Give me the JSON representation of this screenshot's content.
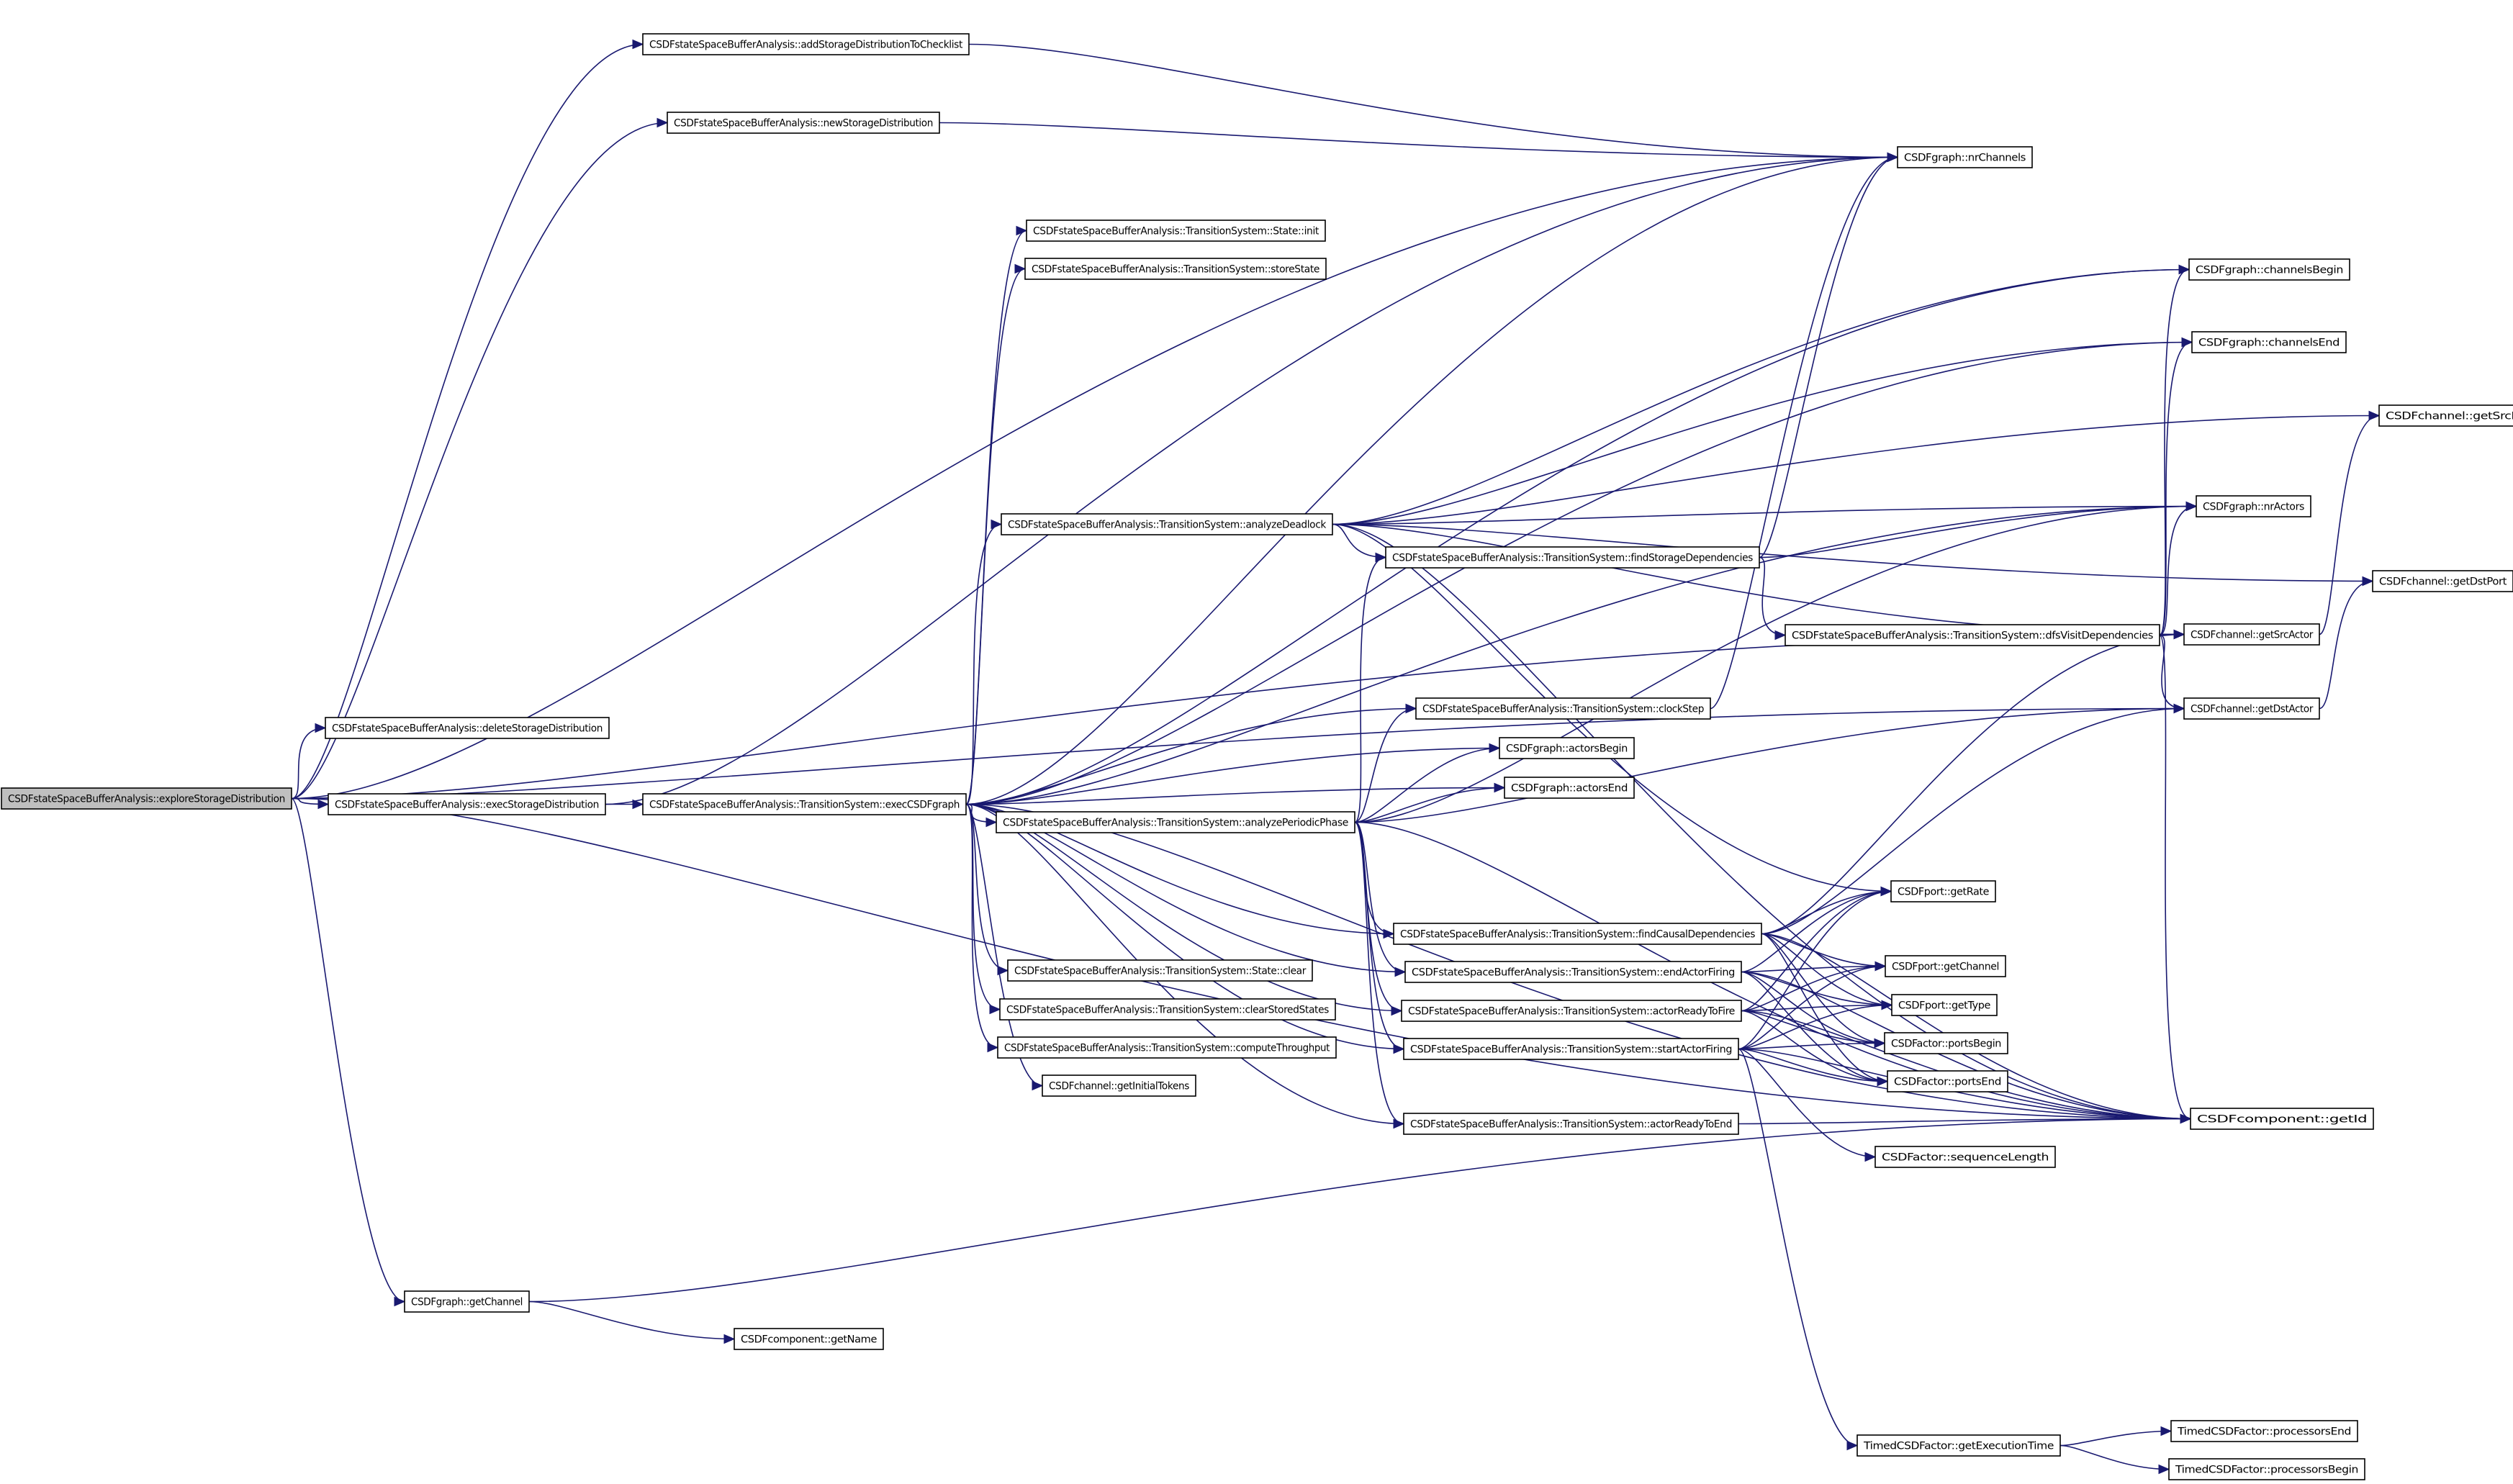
{
  "diagram": {
    "type": "call-graph",
    "edge_color": "#191970",
    "root_fill": "#bfbfbf",
    "nodes": [
      {
        "id": "explore",
        "label": "CSDFstateSpaceBufferAnalysis::exploreStorageDistribution",
        "root": true
      },
      {
        "id": "addCheck",
        "label": "CSDFstateSpaceBufferAnalysis::addStorageDistributionToChecklist"
      },
      {
        "id": "newSD",
        "label": "CSDFstateSpaceBufferAnalysis::newStorageDistribution"
      },
      {
        "id": "deleteSD",
        "label": "CSDFstateSpaceBufferAnalysis::deleteStorageDistribution"
      },
      {
        "id": "execSD",
        "label": "CSDFstateSpaceBufferAnalysis::execStorageDistribution"
      },
      {
        "id": "execCSDF",
        "label": "CSDFstateSpaceBufferAnalysis::TransitionSystem::execCSDFgraph"
      },
      {
        "id": "stateInit",
        "label": "CSDFstateSpaceBufferAnalysis::TransitionSystem::State::init"
      },
      {
        "id": "storeState",
        "label": "CSDFstateSpaceBufferAnalysis::TransitionSystem::storeState"
      },
      {
        "id": "analyzeDeadlock",
        "label": "CSDFstateSpaceBufferAnalysis::TransitionSystem::analyzeDeadlock"
      },
      {
        "id": "findStorage",
        "label": "CSDFstateSpaceBufferAnalysis::TransitionSystem::findStorageDependencies"
      },
      {
        "id": "dfsVisit",
        "label": "CSDFstateSpaceBufferAnalysis::TransitionSystem::dfsVisitDependencies"
      },
      {
        "id": "clockStep",
        "label": "CSDFstateSpaceBufferAnalysis::TransitionSystem::clockStep"
      },
      {
        "id": "actorsBegin",
        "label": "CSDFgraph::actorsBegin"
      },
      {
        "id": "actorsEnd",
        "label": "CSDFgraph::actorsEnd"
      },
      {
        "id": "analyzePeriodic",
        "label": "CSDFstateSpaceBufferAnalysis::TransitionSystem::analyzePeriodicPhase"
      },
      {
        "id": "findCausal",
        "label": "CSDFstateSpaceBufferAnalysis::TransitionSystem::findCausalDependencies"
      },
      {
        "id": "endFiring",
        "label": "CSDFstateSpaceBufferAnalysis::TransitionSystem::endActorFiring"
      },
      {
        "id": "readyFire",
        "label": "CSDFstateSpaceBufferAnalysis::TransitionSystem::actorReadyToFire"
      },
      {
        "id": "startFiring",
        "label": "CSDFstateSpaceBufferAnalysis::TransitionSystem::startActorFiring"
      },
      {
        "id": "stateClear",
        "label": "CSDFstateSpaceBufferAnalysis::TransitionSystem::State::clear"
      },
      {
        "id": "clearStored",
        "label": "CSDFstateSpaceBufferAnalysis::TransitionSystem::clearStoredStates"
      },
      {
        "id": "computeTp",
        "label": "CSDFstateSpaceBufferAnalysis::TransitionSystem::computeThroughput"
      },
      {
        "id": "initTokens",
        "label": "CSDFchannel::getInitialTokens"
      },
      {
        "id": "readyEnd",
        "label": "CSDFstateSpaceBufferAnalysis::TransitionSystem::actorReadyToEnd"
      },
      {
        "id": "gGetChannel",
        "label": "CSDFgraph::getChannel"
      },
      {
        "id": "getName",
        "label": "CSDFcomponent::getName"
      },
      {
        "id": "nrChannels",
        "label": "CSDFgraph::nrChannels"
      },
      {
        "id": "channelsBegin",
        "label": "CSDFgraph::channelsBegin"
      },
      {
        "id": "channelsEnd",
        "label": "CSDFgraph::channelsEnd"
      },
      {
        "id": "getSrcPort",
        "label": "CSDFchannel::getSrcPort"
      },
      {
        "id": "nrActors",
        "label": "CSDFgraph::nrActors"
      },
      {
        "id": "getDstPort",
        "label": "CSDFchannel::getDstPort"
      },
      {
        "id": "getSrcActor",
        "label": "CSDFchannel::getSrcActor"
      },
      {
        "id": "getDstActor",
        "label": "CSDFchannel::getDstActor"
      },
      {
        "id": "getRate",
        "label": "CSDFport::getRate"
      },
      {
        "id": "pGetChannel",
        "label": "CSDFport::getChannel"
      },
      {
        "id": "getType",
        "label": "CSDFport::getType"
      },
      {
        "id": "portsBegin",
        "label": "CSDFactor::portsBegin"
      },
      {
        "id": "portsEnd",
        "label": "CSDFactor::portsEnd"
      },
      {
        "id": "getId",
        "label": "CSDFcomponent::getId"
      },
      {
        "id": "seqLen",
        "label": "CSDFactor::sequenceLength"
      },
      {
        "id": "getExecTime",
        "label": "TimedCSDFactor::getExecutionTime"
      },
      {
        "id": "procEnd",
        "label": "TimedCSDFactor::processorsEnd"
      },
      {
        "id": "procBegin",
        "label": "TimedCSDFactor::processorsBegin"
      }
    ],
    "edges": [
      [
        "explore",
        "addCheck"
      ],
      [
        "explore",
        "nrChannels"
      ],
      [
        "explore",
        "newSD"
      ],
      [
        "explore",
        "deleteSD"
      ],
      [
        "explore",
        "execSD"
      ],
      [
        "explore",
        "gGetChannel"
      ],
      [
        "explore",
        "getId"
      ],
      [
        "explore",
        "getSrcActor"
      ],
      [
        "explore",
        "getDstActor"
      ],
      [
        "newSD",
        "nrChannels"
      ],
      [
        "addCheck",
        "nrChannels"
      ],
      [
        "execSD",
        "execCSDF"
      ],
      [
        "execSD",
        "nrChannels"
      ],
      [
        "execCSDF",
        "nrChannels"
      ],
      [
        "execCSDF",
        "stateInit"
      ],
      [
        "execCSDF",
        "storeState"
      ],
      [
        "execCSDF",
        "channelsBegin"
      ],
      [
        "execCSDF",
        "channelsEnd"
      ],
      [
        "execCSDF",
        "nrActors"
      ],
      [
        "execCSDF",
        "analyzeDeadlock"
      ],
      [
        "execCSDF",
        "clockStep"
      ],
      [
        "execCSDF",
        "actorsBegin"
      ],
      [
        "execCSDF",
        "actorsEnd"
      ],
      [
        "execCSDF",
        "analyzePeriodic"
      ],
      [
        "execCSDF",
        "findCausal"
      ],
      [
        "execCSDF",
        "endFiring"
      ],
      [
        "execCSDF",
        "readyFire"
      ],
      [
        "execCSDF",
        "startFiring"
      ],
      [
        "execCSDF",
        "stateClear"
      ],
      [
        "execCSDF",
        "clearStored"
      ],
      [
        "execCSDF",
        "computeTp"
      ],
      [
        "execCSDF",
        "initTokens"
      ],
      [
        "execCSDF",
        "readyEnd"
      ],
      [
        "execCSDF",
        "getId"
      ],
      [
        "analyzeDeadlock",
        "channelsBegin"
      ],
      [
        "analyzeDeadlock",
        "channelsEnd"
      ],
      [
        "analyzeDeadlock",
        "getSrcPort"
      ],
      [
        "analyzeDeadlock",
        "nrActors"
      ],
      [
        "analyzeDeadlock",
        "getDstPort"
      ],
      [
        "analyzeDeadlock",
        "findStorage"
      ],
      [
        "analyzeDeadlock",
        "getSrcActor"
      ],
      [
        "analyzeDeadlock",
        "getRate"
      ],
      [
        "analyzeDeadlock",
        "getId"
      ],
      [
        "findStorage",
        "nrChannels"
      ],
      [
        "findStorage",
        "nrActors"
      ],
      [
        "findStorage",
        "dfsVisit"
      ],
      [
        "dfsVisit",
        "channelsBegin"
      ],
      [
        "dfsVisit",
        "channelsEnd"
      ],
      [
        "dfsVisit",
        "nrActors"
      ],
      [
        "dfsVisit",
        "getSrcActor"
      ],
      [
        "dfsVisit",
        "getDstActor"
      ],
      [
        "dfsVisit",
        "getId"
      ],
      [
        "clockStep",
        "nrChannels"
      ],
      [
        "analyzePeriodic",
        "clockStep"
      ],
      [
        "analyzePeriodic",
        "actorsBegin"
      ],
      [
        "analyzePeriodic",
        "actorsEnd"
      ],
      [
        "analyzePeriodic",
        "findStorage"
      ],
      [
        "analyzePeriodic",
        "nrActors"
      ],
      [
        "analyzePeriodic",
        "findCausal"
      ],
      [
        "analyzePeriodic",
        "endFiring"
      ],
      [
        "analyzePeriodic",
        "readyFire"
      ],
      [
        "analyzePeriodic",
        "startFiring"
      ],
      [
        "analyzePeriodic",
        "readyEnd"
      ],
      [
        "analyzePeriodic",
        "getId"
      ],
      [
        "analyzePeriodic",
        "getDstActor"
      ],
      [
        "findCausal",
        "getSrcActor"
      ],
      [
        "findCausal",
        "getDstActor"
      ],
      [
        "findCausal",
        "getRate"
      ],
      [
        "findCausal",
        "pGetChannel"
      ],
      [
        "findCausal",
        "getType"
      ],
      [
        "findCausal",
        "portsBegin"
      ],
      [
        "findCausal",
        "portsEnd"
      ],
      [
        "findCausal",
        "getId"
      ],
      [
        "endFiring",
        "getRate"
      ],
      [
        "endFiring",
        "pGetChannel"
      ],
      [
        "endFiring",
        "getType"
      ],
      [
        "endFiring",
        "portsBegin"
      ],
      [
        "endFiring",
        "portsEnd"
      ],
      [
        "endFiring",
        "getId"
      ],
      [
        "readyFire",
        "getRate"
      ],
      [
        "readyFire",
        "pGetChannel"
      ],
      [
        "readyFire",
        "getType"
      ],
      [
        "readyFire",
        "portsBegin"
      ],
      [
        "readyFire",
        "portsEnd"
      ],
      [
        "readyFire",
        "getId"
      ],
      [
        "startFiring",
        "getRate"
      ],
      [
        "startFiring",
        "pGetChannel"
      ],
      [
        "startFiring",
        "getType"
      ],
      [
        "startFiring",
        "portsBegin"
      ],
      [
        "startFiring",
        "portsEnd"
      ],
      [
        "startFiring",
        "getId"
      ],
      [
        "startFiring",
        "seqLen"
      ],
      [
        "startFiring",
        "getExecTime"
      ],
      [
        "readyEnd",
        "getId"
      ],
      [
        "gGetChannel",
        "getName"
      ],
      [
        "gGetChannel",
        "getId"
      ],
      [
        "getSrcActor",
        "getSrcPort"
      ],
      [
        "getDstActor",
        "getDstPort"
      ],
      [
        "getExecTime",
        "procEnd"
      ],
      [
        "getExecTime",
        "procBegin"
      ]
    ]
  }
}
